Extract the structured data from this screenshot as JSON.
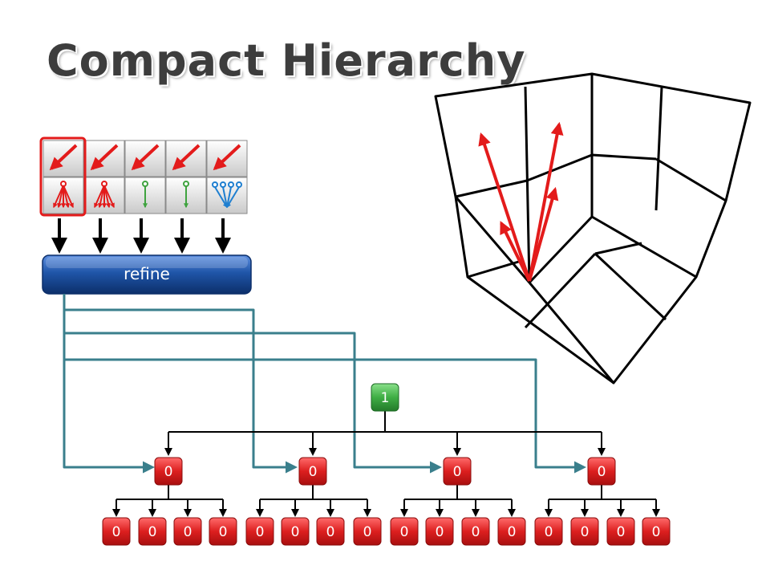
{
  "title": "Compact Hierarchy",
  "refine_label": "refine",
  "root_value": "1",
  "level1_values": [
    "0",
    "0",
    "0",
    "0"
  ],
  "level2_values": [
    "0",
    "0",
    "0",
    "0",
    "0",
    "0",
    "0",
    "0",
    "0",
    "0",
    "0",
    "0",
    "0",
    "0",
    "0",
    "0"
  ],
  "colors": {
    "red_node": "#d81e1e",
    "green_node": "#3aa845",
    "refine_blue": "#1f55a8",
    "teal_line": "#3a7f8c",
    "arrow_red": "#e31b1b",
    "leaf_green": "#3fa33f",
    "leaf_blue": "#1f7fd0"
  }
}
